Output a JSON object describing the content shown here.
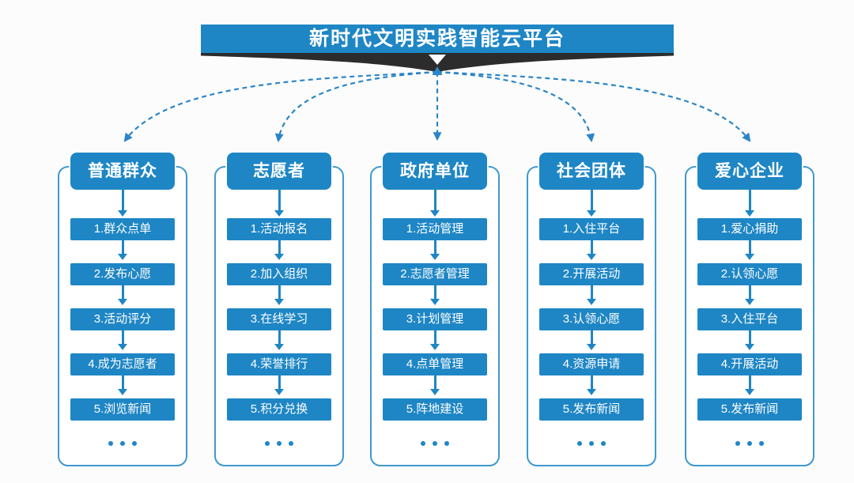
{
  "header": {
    "title": "新时代文明实践智能云平台"
  },
  "more_indicator": "...",
  "colors": {
    "primary_blue": "#1E86C5",
    "panel_border_blue": "#3F99CF",
    "dashed_link_blue": "#2B85C7",
    "ribbon_black": "#2C2C2C",
    "background": "#fcfcfc",
    "text_on_blue": "#ffffff"
  },
  "columns": [
    {
      "title": "普通群众",
      "steps": [
        "1.群众点单",
        "2.发布心愿",
        "3.活动评分",
        "4.成为志愿者",
        "5.浏览新闻"
      ]
    },
    {
      "title": "志愿者",
      "steps": [
        "1.活动报名",
        "2.加入组织",
        "3.在线学习",
        "4.荣誉排行",
        "5.积分兑换"
      ]
    },
    {
      "title": "政府单位",
      "steps": [
        "1.活动管理",
        "2.志愿者管理",
        "3.计划管理",
        "4.点单管理",
        "5.阵地建设"
      ]
    },
    {
      "title": "社会团体",
      "steps": [
        "1.入住平台",
        "2.开展活动",
        "3.认领心愿",
        "4.资源申请",
        "5.发布新闻"
      ]
    },
    {
      "title": "爱心企业",
      "steps": [
        "1.爱心捐助",
        "2.认领心愿",
        "3.入住平台",
        "4.开展活动",
        "5.发布新闻"
      ]
    }
  ]
}
